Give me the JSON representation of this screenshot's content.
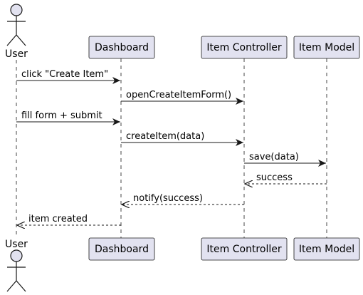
{
  "participants": [
    {
      "id": "user",
      "label": "User",
      "kind": "actor"
    },
    {
      "id": "dashboard",
      "label": "Dashboard",
      "kind": "box"
    },
    {
      "id": "controller",
      "label": "Item Controller",
      "kind": "box"
    },
    {
      "id": "model",
      "label": "Item Model",
      "kind": "box"
    }
  ],
  "messages": [
    {
      "from": "user",
      "to": "dashboard",
      "label": "click \"Create Item\"",
      "style": "solid"
    },
    {
      "from": "dashboard",
      "to": "controller",
      "label": "openCreateItemForm()",
      "style": "solid"
    },
    {
      "from": "user",
      "to": "dashboard",
      "label": "fill form + submit",
      "style": "solid"
    },
    {
      "from": "dashboard",
      "to": "controller",
      "label": "createItem(data)",
      "style": "solid"
    },
    {
      "from": "controller",
      "to": "model",
      "label": "save(data)",
      "style": "solid"
    },
    {
      "from": "model",
      "to": "controller",
      "label": "success",
      "style": "dashed"
    },
    {
      "from": "controller",
      "to": "dashboard",
      "label": "notify(success)",
      "style": "dashed"
    },
    {
      "from": "dashboard",
      "to": "user",
      "label": "item created",
      "style": "dashed"
    }
  ],
  "colors": {
    "participant_fill": "#e2e2f0",
    "participant_stroke": "#181818",
    "lifeline": "#181818",
    "arrow": "#181818"
  }
}
